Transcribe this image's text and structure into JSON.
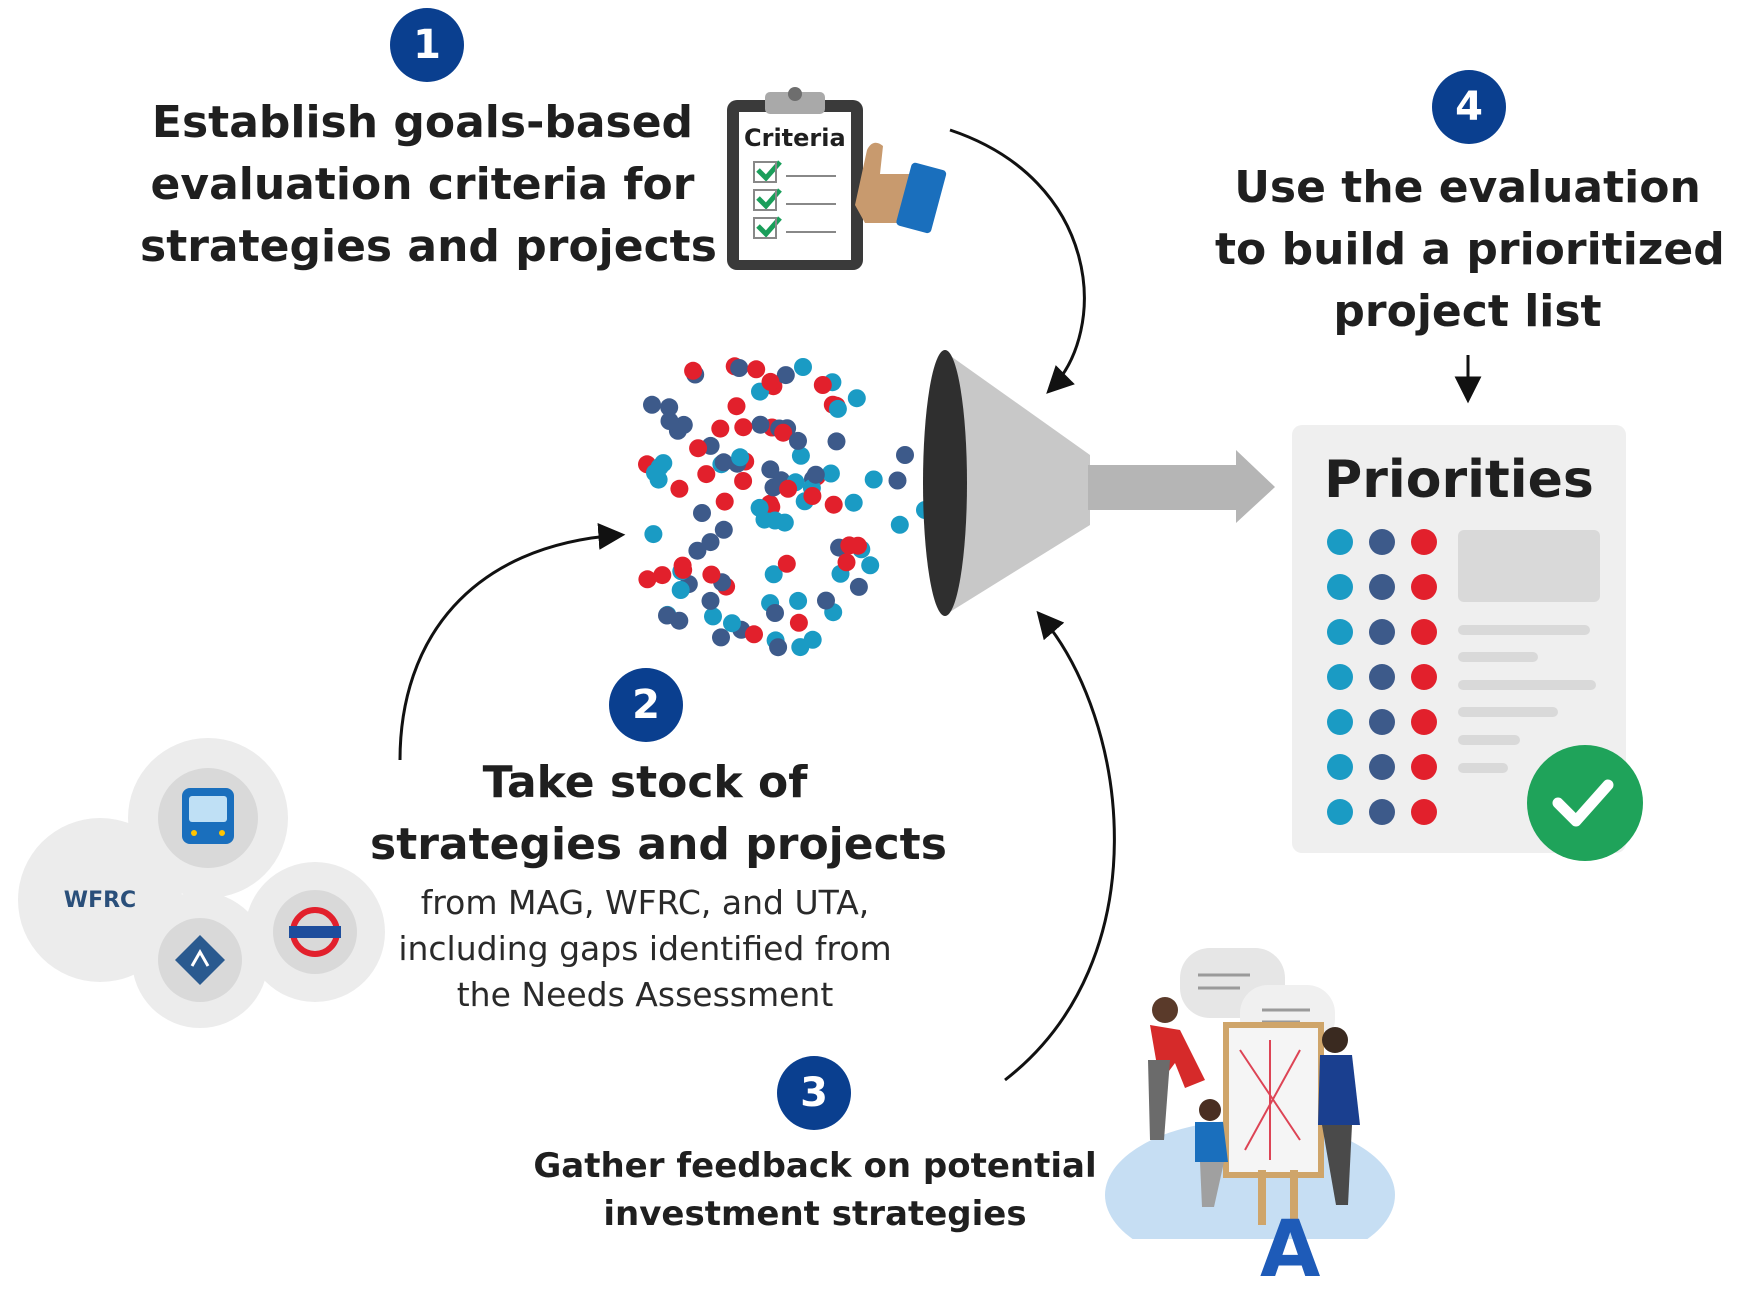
{
  "colors": {
    "badge": "#0a3f8f",
    "dot_teal": "#1a9bc4",
    "dot_navy": "#3d5a8a",
    "dot_red": "#e2202c",
    "funnel": "#c8c8c8",
    "check_green": "#1fa35a",
    "cut_text": "#1e5bb8"
  },
  "steps": [
    {
      "number": "1",
      "title_lines": [
        "Establish goals-based",
        "evaluation criteria for",
        "strategies and projects"
      ]
    },
    {
      "number": "2",
      "title_lines": [
        "Take stock of",
        "strategies and projects"
      ],
      "detail_lines": [
        "from MAG, WFRC, and UTA,",
        "including gaps identified from",
        "the Needs Assessment"
      ]
    },
    {
      "number": "3",
      "title_lines": [
        "Gather feedback on potential",
        "investment strategies"
      ]
    },
    {
      "number": "4",
      "title_lines": [
        "Use the evaluation",
        "to build a prioritized",
        "project list"
      ]
    }
  ],
  "clipboard": {
    "label": "Criteria",
    "icon": "clipboard-checklist-icon"
  },
  "priorities_card": {
    "title": "Priorities",
    "rows": 7,
    "icon": "check-circle-icon"
  },
  "agency_logos": [
    {
      "name": "bus-icon"
    },
    {
      "name": "wfrc-logo",
      "text": "WFRC"
    },
    {
      "name": "mag-logo"
    },
    {
      "name": "uta-logo"
    }
  ],
  "bottom_cut_text": "A......l...........?"
}
